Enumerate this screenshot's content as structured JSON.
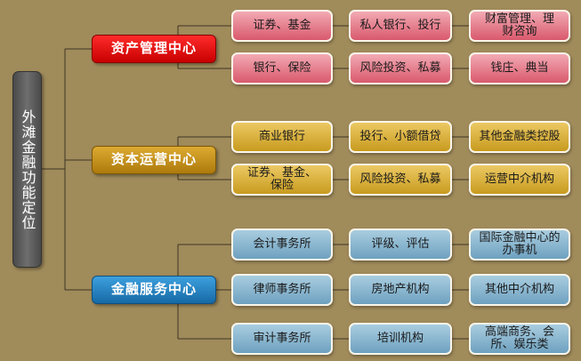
{
  "root": {
    "label": "外滩金融功能定位"
  },
  "centers": [
    {
      "label": "资产管理中心",
      "color": "#e00000",
      "rows": [
        [
          "证券、基金",
          "私人银行、投行",
          "财富管理、理财咨询"
        ],
        [
          "银行、保险",
          "风险投资、私募",
          "钱庄、典当"
        ]
      ]
    },
    {
      "label": "资本运营中心",
      "color": "#c48f19",
      "rows": [
        [
          "商业银行",
          "投行、小额借贷",
          "其他金融类控股"
        ],
        [
          "证券、基金、保险",
          "风险投资、私募",
          "运营中介机构"
        ]
      ]
    },
    {
      "label": "金融服务中心",
      "color": "#2385c5",
      "rows": [
        [
          "会计事务所",
          "评级、评估",
          "国际金融中心的办事机"
        ],
        [
          "律师事务所",
          "房地产机构",
          "其他中介机构"
        ],
        [
          "审计事务所",
          "培训机构",
          "高端商务、会所、娱乐类"
        ]
      ]
    }
  ]
}
